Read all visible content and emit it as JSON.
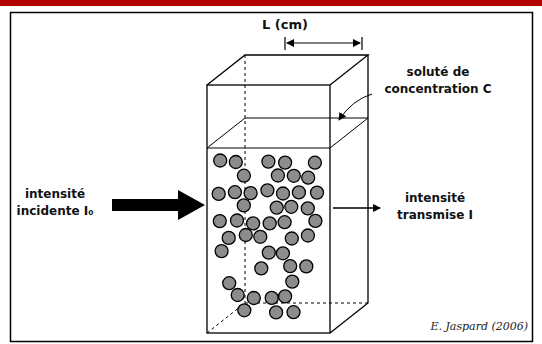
{
  "diagram": {
    "labels": [
      "L (cm)",
      "soluté de concentration C",
      "intensité incidente I₀",
      "intensité transmise I",
      "E. Jaspard (2006)"
    ]
  }
}
